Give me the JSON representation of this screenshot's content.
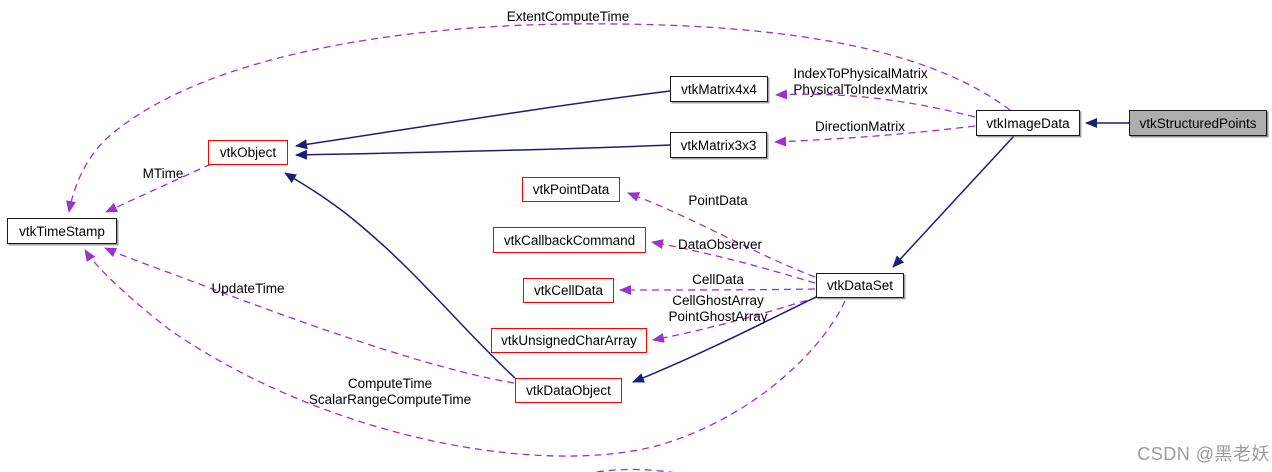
{
  "diagram_type": "class-collaboration-diagram",
  "nodes": {
    "vtkTimeStamp": {
      "label": "vtkTimeStamp"
    },
    "vtkObject": {
      "label": "vtkObject"
    },
    "vtkMatrix4x4": {
      "label": "vtkMatrix4x4"
    },
    "vtkMatrix3x3": {
      "label": "vtkMatrix3x3"
    },
    "vtkImageData": {
      "label": "vtkImageData"
    },
    "vtkStructuredPoints": {
      "label": "vtkStructuredPoints"
    },
    "vtkPointData": {
      "label": "vtkPointData"
    },
    "vtkCallbackCommand": {
      "label": "vtkCallbackCommand"
    },
    "vtkCellData": {
      "label": "vtkCellData"
    },
    "vtkUnsignedCharArray": {
      "label": "vtkUnsignedCharArray"
    },
    "vtkDataObject": {
      "label": "vtkDataObject"
    },
    "vtkDataSet": {
      "label": "vtkDataSet"
    }
  },
  "edge_labels": {
    "extent_compute_time": {
      "text": "ExtentComputeTime"
    },
    "matrix4x4_members": {
      "text": "IndexToPhysicalMatrix\nPhysicalToIndexMatrix"
    },
    "direction_matrix": {
      "text": "DirectionMatrix"
    },
    "mtime": {
      "text": "MTime"
    },
    "point_data": {
      "text": "PointData"
    },
    "data_observer": {
      "text": "DataObserver"
    },
    "cell_data": {
      "text": "CellData"
    },
    "ghost_arrays": {
      "text": "CellGhostArray\nPointGhostArray"
    },
    "update_time": {
      "text": "UpdateTime"
    },
    "compute_time": {
      "text": "ComputeTime\nScalarRangeComputeTime"
    }
  },
  "watermark": {
    "text": "CSDN @黑老妖"
  },
  "colors": {
    "association": "#9a32cd",
    "inheritance": "#1d1d78",
    "node_border": "#1a1a1a",
    "highlight_border": "#ff0000",
    "focus_fill": "#aeaeae",
    "watermark": "#9b9b9b",
    "background": "#ffffff"
  }
}
